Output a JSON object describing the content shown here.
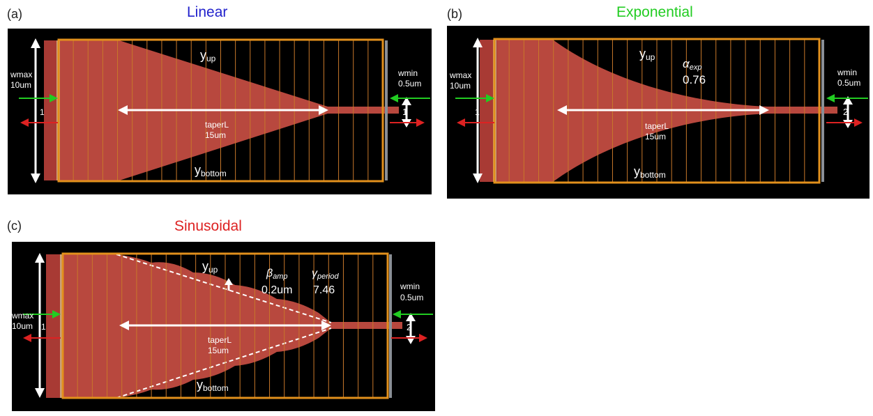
{
  "panels": [
    {
      "label": "(a)",
      "title": "Linear",
      "title_color": "#2222cc",
      "wmax_label": "wmax",
      "wmax_value": "10um",
      "wmin_label": "wmin",
      "wmin_value": "0.5um",
      "taper_label": "taperL",
      "taper_value": "15um",
      "y_up": "y",
      "y_up_sub": "up",
      "y_bottom": "y",
      "y_bottom_sub": "bottom",
      "port_left": "1",
      "port_right": "1"
    },
    {
      "label": "(b)",
      "title": "Exponential",
      "title_color": "#22cc22",
      "wmax_label": "wmax",
      "wmax_value": "10um",
      "wmin_label": "wmin",
      "wmin_value": "0.5um",
      "taper_label": "taperL",
      "taper_value": "15um",
      "y_up": "y",
      "y_up_sub": "up",
      "y_bottom": "y",
      "y_bottom_sub": "bottom",
      "param1_symbol": "α",
      "param1_sub": "exp",
      "param1_value": "0.76",
      "port_left": "1",
      "port_right": "2"
    },
    {
      "label": "(c)",
      "title": "Sinusoidal",
      "title_color": "#dd2222",
      "wmax_label": "wmax",
      "wmax_value": "10um",
      "wmin_label": "wmin",
      "wmin_value": "0.5um",
      "taper_label": "taperL",
      "taper_value": "15um",
      "y_up": "y",
      "y_up_sub": "up",
      "y_bottom": "y",
      "y_bottom_sub": "bottom",
      "param1_symbol": "β",
      "param1_sub": "amp",
      "param1_value": "0.2um",
      "param2_symbol": "γ",
      "param2_sub": "period",
      "param2_value": "7.46",
      "port_left": "1",
      "port_right": "2"
    }
  ],
  "colors": {
    "taper_fill": "#b8483e",
    "frame": "#e2901c",
    "grid_line": "#c8782a",
    "background": "#000000",
    "arrow_white": "#ffffff",
    "arrow_green": "#22cc22",
    "arrow_red": "#dd2222"
  }
}
